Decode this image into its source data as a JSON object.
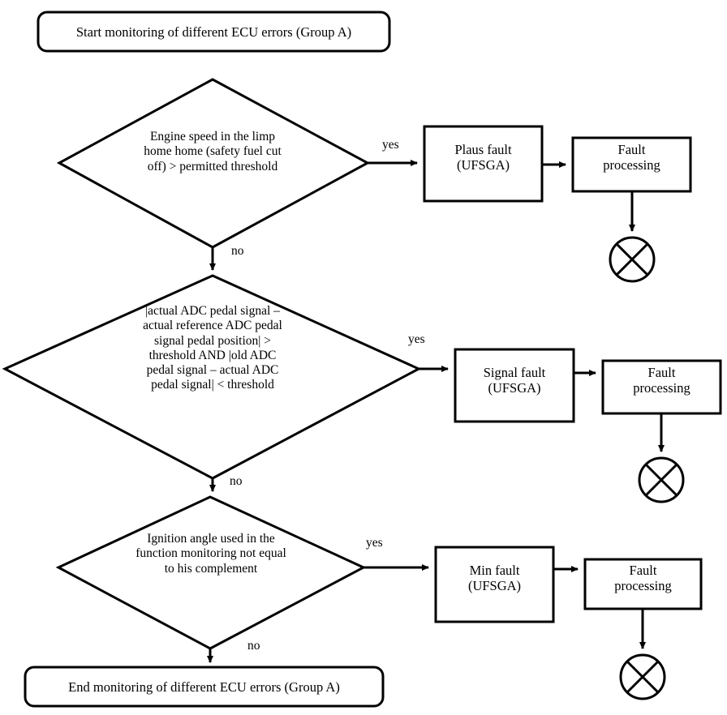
{
  "diagram": {
    "title": "Start monitoring of different ECU errors (Group A)",
    "type": "flowchart",
    "orientation": "top-to-bottom",
    "colors": {
      "stroke": "#000000",
      "fill": "#ffffff",
      "text": "#000000"
    }
  },
  "nodes": {
    "start": {
      "shape": "rounded-rectangle",
      "label": "Start monitoring of different ECU errors (Group A)"
    },
    "end": {
      "shape": "rounded-rectangle",
      "label": "End monitoring of different ECU errors (Group A)"
    },
    "decision1": {
      "shape": "diamond",
      "label": "Engine speed in the limp\nhome home (safety fuel cut\noff) > permitted threshold"
    },
    "decision2": {
      "shape": "diamond",
      "label": "|actual ADC pedal signal –\nactual reference ADC pedal\nsignal pedal position| >\nthreshold AND |old ADC\npedal signal – actual ADC\npedal signal| < threshold"
    },
    "decision3": {
      "shape": "diamond",
      "label": "Ignition angle used in the\nfunction monitoring not equal\nto his complement"
    },
    "fault1": {
      "shape": "rectangle",
      "label": "Plaus fault\n(UFSGA)"
    },
    "fault2": {
      "shape": "rectangle",
      "label": "Signal fault\n(UFSGA)"
    },
    "fault3": {
      "shape": "rectangle",
      "label": "Min fault\n(UFSGA)"
    },
    "processing1": {
      "shape": "rectangle",
      "label": "Fault\nprocessing"
    },
    "processing2": {
      "shape": "rectangle",
      "label": "Fault\nprocessing"
    },
    "processing3": {
      "shape": "rectangle",
      "label": "Fault\nprocessing"
    },
    "terminator1": {
      "shape": "circle-with-cross",
      "label": ""
    },
    "terminator2": {
      "shape": "circle-with-cross",
      "label": ""
    },
    "terminator3": {
      "shape": "circle-with-cross",
      "label": ""
    }
  },
  "edge_labels": {
    "yes1": "yes",
    "no1": "no",
    "yes2": "yes",
    "no2": "no",
    "yes3": "yes",
    "no3": "no"
  }
}
